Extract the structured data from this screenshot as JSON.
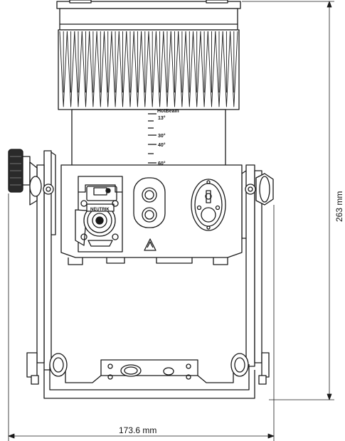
{
  "dimensions": {
    "height_label": "263 mm",
    "width_label": "173.6 mm"
  },
  "beam_scale": {
    "title": "HotBeam",
    "marks": [
      "13°",
      "30°",
      "40°",
      "60°"
    ]
  },
  "connector": {
    "brand": "NEUTRIK"
  },
  "colors": {
    "line": "#1a1a1a",
    "fill": "#ffffff",
    "dark": "#2a2a2a"
  }
}
